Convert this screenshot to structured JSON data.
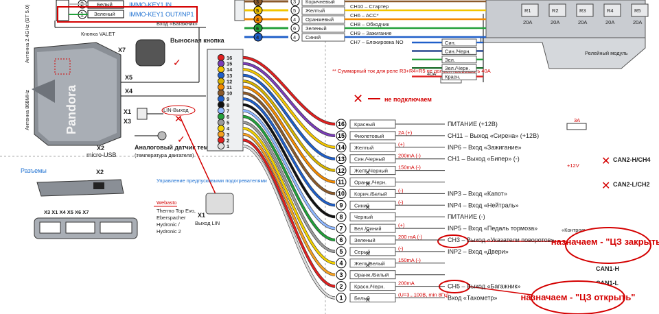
{
  "top_left": {
    "pin2_color": "Белый",
    "pin2_label": "IMMO-KEY1 IN",
    "pin1_color": "Зеленый",
    "pin1_label": "IMMO-KEY1 OUT/INP1",
    "trunk_btn": "Вход «Багажник»",
    "pin2": "2",
    "pin1": "1"
  },
  "module": {
    "antenna_24": "Антенна 2.4GHz (BT 5.0)",
    "antenna_868": "Антенна 868MHz",
    "valet": "Кнопка VALET",
    "brand": "Pandora",
    "x7": "X7",
    "x5": "X5",
    "x4": "X4",
    "x1": "X1",
    "x3": "X3",
    "x2": "X2",
    "micro_usb": "micro-USB",
    "remote_button": "Выносная кнопка",
    "temp_sensor": "Аналоговый датчик температуры",
    "temp_sensor_sub": "(температура двигателя)",
    "lin": "LIN-Выход"
  },
  "top_harness": [
    {
      "num": "3",
      "color": "Коричневый",
      "func": "CH10 – Стартер"
    },
    {
      "num": "5",
      "color": "Желтый",
      "func": "CH6 – ACC*"
    },
    {
      "num": "4",
      "color": "Оранжевый",
      "func": "CH8 – Обходчик"
    },
    {
      "num": "6",
      "color": "Зеленый",
      "func": "CH9 – Зажигание"
    },
    {
      "num": "4",
      "color": "Синий",
      "func": "CH7 – Блокировка NO"
    }
  ],
  "relay": {
    "title": "Релейный модуль",
    "labels": [
      "R1",
      "R2",
      "R3",
      "R4",
      "R5"
    ],
    "amps": [
      "20A",
      "20A",
      "20A",
      "20A",
      "20A"
    ],
    "wires": [
      "Син.",
      "Син./Черн.",
      "Зел.",
      "Зел./Черн.",
      "Красн."
    ],
    "fuse": "40A",
    "note": "** Суммарный ток для реле R3+R4+R5 не должен превышать 40A"
  },
  "legend": {
    "not_connected": "не подключаем"
  },
  "connector_pins": [
    "16",
    "15",
    "14",
    "13",
    "12",
    "11",
    "10",
    "9",
    "8",
    "7",
    "6",
    "5",
    "4",
    "3",
    "2",
    "1"
  ],
  "wires": [
    {
      "num": "16",
      "color": "Красный",
      "func": "ПИТАНИЕ (+12В)",
      "note": "",
      "hex": "#e02020"
    },
    {
      "num": "15",
      "color": "Фиолетовый",
      "func": "CH11 – Выход «Сирена» (+12В)",
      "note": "2A (+)",
      "hex": "#7a3db8"
    },
    {
      "num": "14",
      "color": "Желтый",
      "func": "INP6 – Вход «Зажигание»",
      "note": "(+)",
      "hex": "#f2c500"
    },
    {
      "num": "13",
      "color": "Син./Черный",
      "func": "CH1 – Выход «Бипер» (-)",
      "note": "200mA (-)",
      "hex": "#1f5fc9"
    },
    {
      "num": "12",
      "color": "Желт./Черный",
      "func": "",
      "note": "150mA (-)",
      "hex": "#d8b400"
    },
    {
      "num": "11",
      "color": "Оранж./Черн.",
      "func": "",
      "note": "",
      "hex": "#f28a00"
    },
    {
      "num": "10",
      "color": "Корич./Белый",
      "func": "INP3 – Вход «Капот»",
      "note": "(-)",
      "hex": "#8b5a2b"
    },
    {
      "num": "9",
      "color": "Синий",
      "func": "INP4 – Вход «Нейтраль»",
      "note": "(-)",
      "hex": "#1f5fc9"
    },
    {
      "num": "8",
      "color": "Черный",
      "func": "ПИТАНИЕ (-)",
      "note": "",
      "hex": "#111111"
    },
    {
      "num": "7",
      "color": "Бел./Синий",
      "func": "INP5 – Вход «Педаль тормоза»",
      "note": "(+)",
      "hex": "#8fb7ff"
    },
    {
      "num": "6",
      "color": "Зеленый",
      "func": "CH3 – Выход «Указатели поворотов»",
      "note": "200 mA (-)",
      "hex": "#22a03a"
    },
    {
      "num": "5",
      "color": "Серый",
      "func": "INP2 – Вход «Двери»",
      "note": "(-)",
      "hex": "#9a9a9a"
    },
    {
      "num": "4",
      "color": "Желт./Белый",
      "func": "",
      "note": "150mA (-)",
      "hex": "#f2d000"
    },
    {
      "num": "3",
      "color": "Оранж./Белый",
      "func": "",
      "note": "",
      "hex": "#f5a020"
    },
    {
      "num": "2",
      "color": "Красн./Черн.",
      "func": "CH5 – Выход «Багажник»",
      "note": "200mA",
      "hex": "#e02020"
    },
    {
      "num": "1",
      "color": "Белый",
      "func": "Вход «Тахометр»",
      "note": "(U=3...100В, min 8Гц)",
      "hex": "#dddddd"
    }
  ],
  "can": {
    "can2h": "CAN2-H/CH4",
    "can2l": "CAN2-L/CH2",
    "can1h": "CAN1-H",
    "can1l": "CAN1-L",
    "plus12": "+12V",
    "fuse": "3A",
    "control": "«Контроль ручника»"
  },
  "connectors": {
    "title": "Разъемы",
    "x2": "X2",
    "row": "X3 X1     X4     X5 X6 X7"
  },
  "heater": {
    "title": "Управление предпусковыми подогревателями",
    "brands": [
      "Webasto",
      "Thermo Top Evo,",
      "Eberspacher",
      "Hydronic /",
      "Hydronic 2"
    ],
    "x1": "X1",
    "lin_out": "Выход LIN"
  },
  "annotations": {
    "close": "назначаем - \"ЦЗ закрыть\"",
    "open": "назначаем - \"ЦЗ открыть\""
  }
}
